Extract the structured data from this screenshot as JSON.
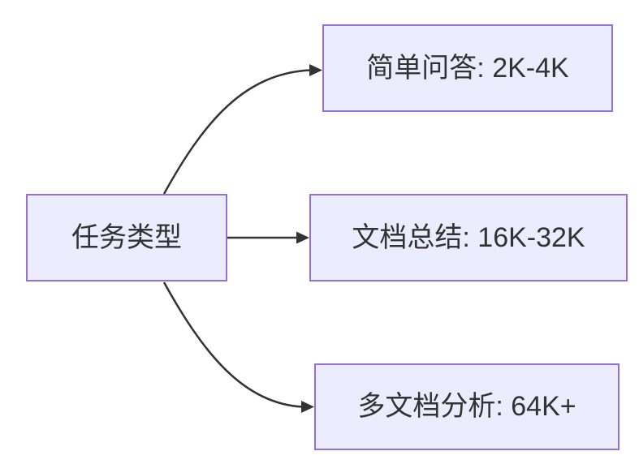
{
  "diagram": {
    "type": "flowchart",
    "direction": "left-to-right",
    "background": "#ffffff",
    "colors": {
      "node_fill": "#ECECFF",
      "node_border": "#9370DB",
      "edge": "#333333",
      "text": "#333333"
    },
    "root": {
      "id": "task-type",
      "label": "任务类型"
    },
    "nodes": [
      {
        "id": "simple-qa",
        "label": "简单问答: 2K-4K"
      },
      {
        "id": "doc-summary",
        "label": "文档总结: 16K-32K"
      },
      {
        "id": "multi-doc",
        "label": "多文档分析: 64K+"
      }
    ],
    "edges": [
      {
        "from": "任务类型",
        "to": "简单问答: 2K-4K",
        "style": "curved-up"
      },
      {
        "from": "任务类型",
        "to": "文档总结: 16K-32K",
        "style": "straight"
      },
      {
        "from": "任务类型",
        "to": "多文档分析: 64K+",
        "style": "curved-down"
      }
    ]
  }
}
